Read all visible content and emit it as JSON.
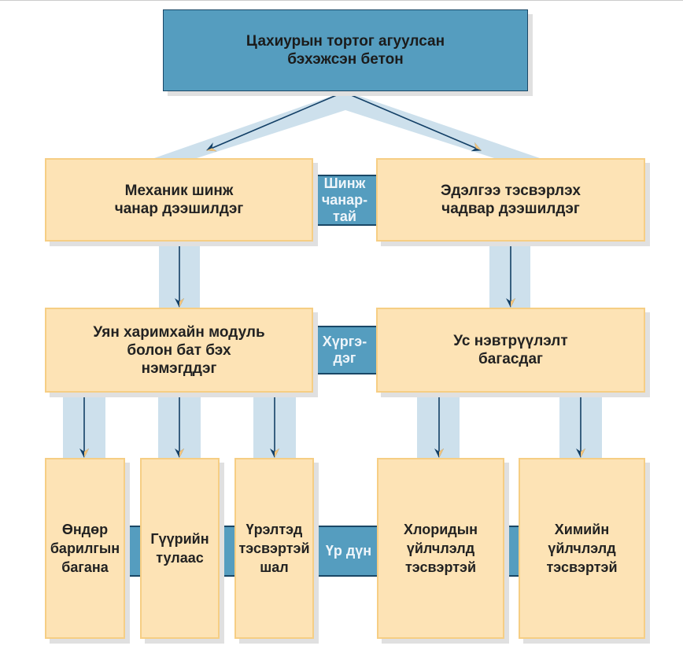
{
  "diagram": {
    "root": {
      "label": "Цахиурын тортог агуулсан\nбэхэжсэн бетон"
    },
    "level1": [
      {
        "label": "Механик шинж\nчанар дээшилдэг"
      },
      {
        "label": "Эдэлгээ тэсвэрлэх\nчадвар дээшилдэг"
      }
    ],
    "level1_connector": {
      "label": "Шинж\nчанар-\nтай"
    },
    "level2": [
      {
        "label": "Уян харимхайн модуль\nболон бат бэх\nнэмэгддэг"
      },
      {
        "label": "Ус нэвтрүүлэлт\nбагасдаг"
      }
    ],
    "level2_connector": {
      "label": "Хүргэ-\nдэг"
    },
    "level3": [
      {
        "label": "Өндөр\nбарилгын\nбагана"
      },
      {
        "label": "Гүүрийн\nтулаас"
      },
      {
        "label": "Үрэлтэд\nтэсвэртэй\nшал"
      },
      {
        "label": "Хлоридын\nүйлчлэлд\nтэсвэртэй"
      },
      {
        "label": "Химийн\nүйлчлэлд\nтэсвэртэй"
      }
    ],
    "level3_connector": {
      "label": "Үр дүн"
    },
    "colors": {
      "root_fill": "#559dbf",
      "border_dark": "#1a4766",
      "box_fill": "#fde3b5",
      "box_border": "#f6ce84",
      "flow_band": "#cde0ec",
      "arrow": "#123f66"
    }
  }
}
